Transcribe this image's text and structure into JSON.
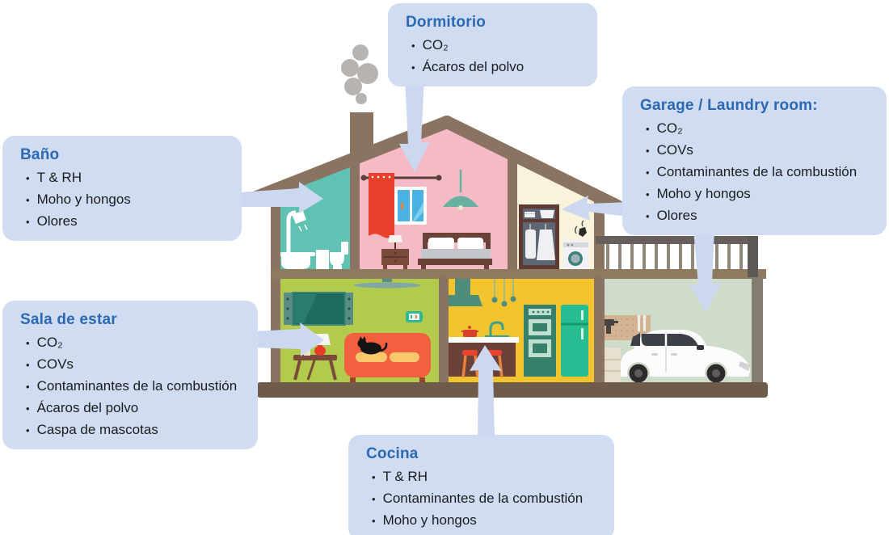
{
  "figure": {
    "type": "house-cross-section-diagram",
    "language": "Spanish",
    "topic": "Contaminantes del aire interior por habitación"
  },
  "colors": {
    "callout_bg": "#cfdcf1",
    "title_blue": "#2d68b3",
    "arrow": "#cbd8ef",
    "roof_brown": "#8a7361",
    "bathroom_teal": "#5fc2b2",
    "bedroom_pink": "#f4bac5",
    "closet_cream": "#f8f3da",
    "living_green": "#b3cb4d",
    "kitchen_yellow": "#f2c52e",
    "garage_sage": "#cfdcca",
    "base_brown": "#6e5b49"
  },
  "callouts": [
    {
      "id": "dormitorio",
      "title": "Dormitorio",
      "items": [
        "CO₂",
        "Ácaros del polvo"
      ]
    },
    {
      "id": "garage",
      "title": "Garage / Laundry room:",
      "items": [
        "CO₂",
        "COVs",
        "Contaminantes de la combustión",
        "Moho y hongos",
        "Olores"
      ]
    },
    {
      "id": "bano",
      "title": "Baño",
      "items": [
        "T & RH",
        "Moho y hongos",
        "Olores"
      ]
    },
    {
      "id": "sala",
      "title": "Sala de estar",
      "items": [
        "CO₂",
        "COVs",
        "Contaminantes de la combustión",
        "Ácaros del polvo",
        "Caspa de mascotas"
      ]
    },
    {
      "id": "cocina",
      "title": "Cocina",
      "items": [
        "T & RH",
        "Contaminantes de la combustión",
        "Moho y hongos"
      ]
    }
  ]
}
